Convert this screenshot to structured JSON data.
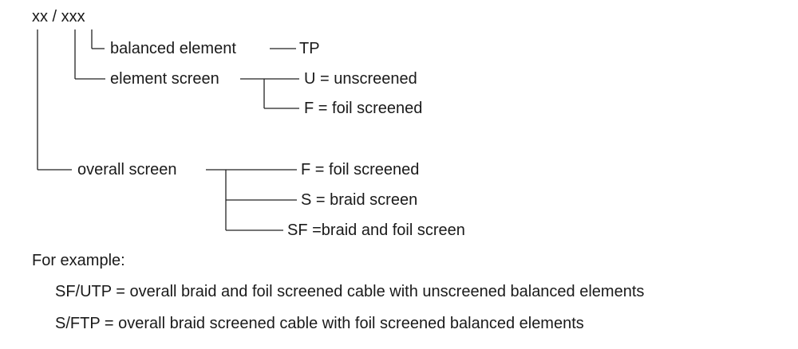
{
  "diagram": {
    "header": "xx / xxx",
    "balanced_element_label": "balanced element",
    "balanced_element_value": "TP",
    "element_screen_label": "element screen",
    "element_screen_options": [
      "U = unscreened",
      "F = foil screened"
    ],
    "overall_screen_label": "overall screen",
    "overall_screen_options": [
      "F = foil screened",
      "S = braid screen",
      "SF =braid and foil screen"
    ]
  },
  "examples": {
    "heading": "For example:",
    "items": [
      "SF/UTP = overall braid and foil screened cable with unscreened balanced elements",
      "S/FTP = overall braid screened cable with foil screened balanced elements"
    ]
  }
}
